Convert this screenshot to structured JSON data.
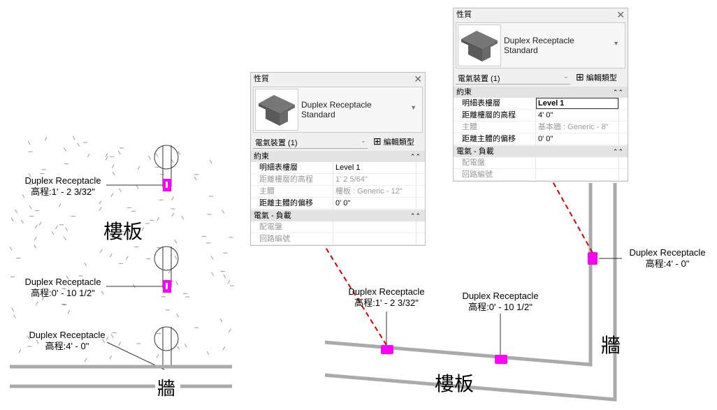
{
  "left_view": {
    "tags": [
      {
        "name": "Duplex Receptacle",
        "elev": "高程:1' - 2 3/32\""
      },
      {
        "name": "Duplex Receptacle",
        "elev": "高程:0' - 10 1/2\""
      },
      {
        "name": "Duplex Receptacle",
        "elev": "高程:4' - 0\""
      }
    ],
    "floor_label": "樓板",
    "wall_label": "牆"
  },
  "right_view": {
    "tags": [
      {
        "name": "Duplex Receptacle",
        "elev": "高程:1' - 2 3/32\""
      },
      {
        "name": "Duplex Receptacle",
        "elev": "高程:0' - 10 1/2\""
      },
      {
        "name": "Duplex Receptacle",
        "elev": "高程:4' - 0\""
      }
    ],
    "floor_label": "樓板",
    "wall_label": "牆"
  },
  "colors": {
    "highlight": "#ff00ff",
    "arrow": "#cc0000"
  },
  "panels": [
    {
      "title": "性質",
      "type_name": "Duplex Receptacle",
      "type_sub": "Standard",
      "category": "電氣裝置 (1)",
      "edit_type": "編輯類型",
      "sections": [
        {
          "label": "約束",
          "rows": [
            {
              "key": "明細表樓層",
              "value": "Level 1",
              "gray": false
            },
            {
              "key": "距離樓層的高程",
              "value": "1'  2 5/64\"",
              "gray": true
            },
            {
              "key": "主體",
              "value": "樓板 : Generic - 12\"",
              "gray": true
            },
            {
              "key": "距離主體的偏移",
              "value": "0'  0\"",
              "gray": false
            }
          ]
        },
        {
          "label": "電氣 - 負載",
          "rows": [
            {
              "key": "配電盤",
              "value": "",
              "gray": true
            },
            {
              "key": "回路編號",
              "value": "",
              "gray": true
            }
          ]
        }
      ]
    },
    {
      "title": "性質",
      "type_name": "Duplex Receptacle",
      "type_sub": "Standard",
      "category": "電氣裝置 (1)",
      "edit_type": "編輯類型",
      "sections": [
        {
          "label": "約束",
          "rows": [
            {
              "key": "明細表樓層",
              "value": "Level 1",
              "gray": false
            },
            {
              "key": "距離樓層的高程",
              "value": "4'  0\"",
              "gray": false
            },
            {
              "key": "主體",
              "value": "基本牆 : Generic - 8\"",
              "gray": true
            },
            {
              "key": "距離主體的偏移",
              "value": "0'  0\"",
              "gray": false
            }
          ]
        },
        {
          "label": "電氣 - 負載",
          "rows": [
            {
              "key": "配電盤",
              "value": "",
              "gray": true
            },
            {
              "key": "回路編號",
              "value": "",
              "gray": true
            }
          ]
        }
      ]
    }
  ]
}
